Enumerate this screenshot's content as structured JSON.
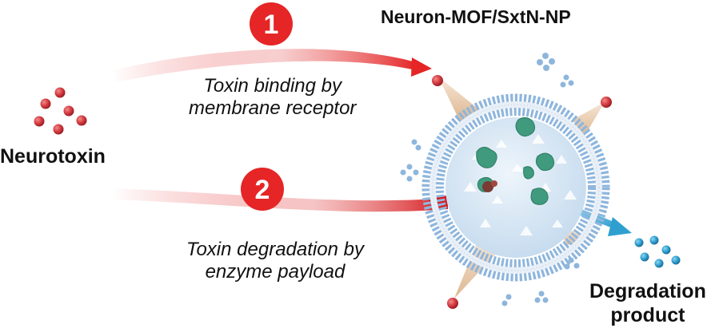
{
  "title": "Neuron-MOF/SxtN-NP",
  "neurotoxin_label": "Neurotoxin",
  "steps": [
    {
      "number": "1",
      "line1": "Toxin binding by",
      "line2": "membrane receptor"
    },
    {
      "number": "2",
      "line1": "Toxin degradation by",
      "line2": "enzyme payload"
    }
  ],
  "product_label": {
    "line1": "Degradation",
    "line2": "product"
  },
  "colors": {
    "toxin_red": "#c8333a",
    "badge_red": "#e52526",
    "membrane_blue": "#8eb6dd",
    "core_lightblue": "#d6e6f4",
    "enzyme_green": "#3f9a7e",
    "product_cyan": "#2f9fd0",
    "receptor_tan": "#e3c2a1"
  }
}
